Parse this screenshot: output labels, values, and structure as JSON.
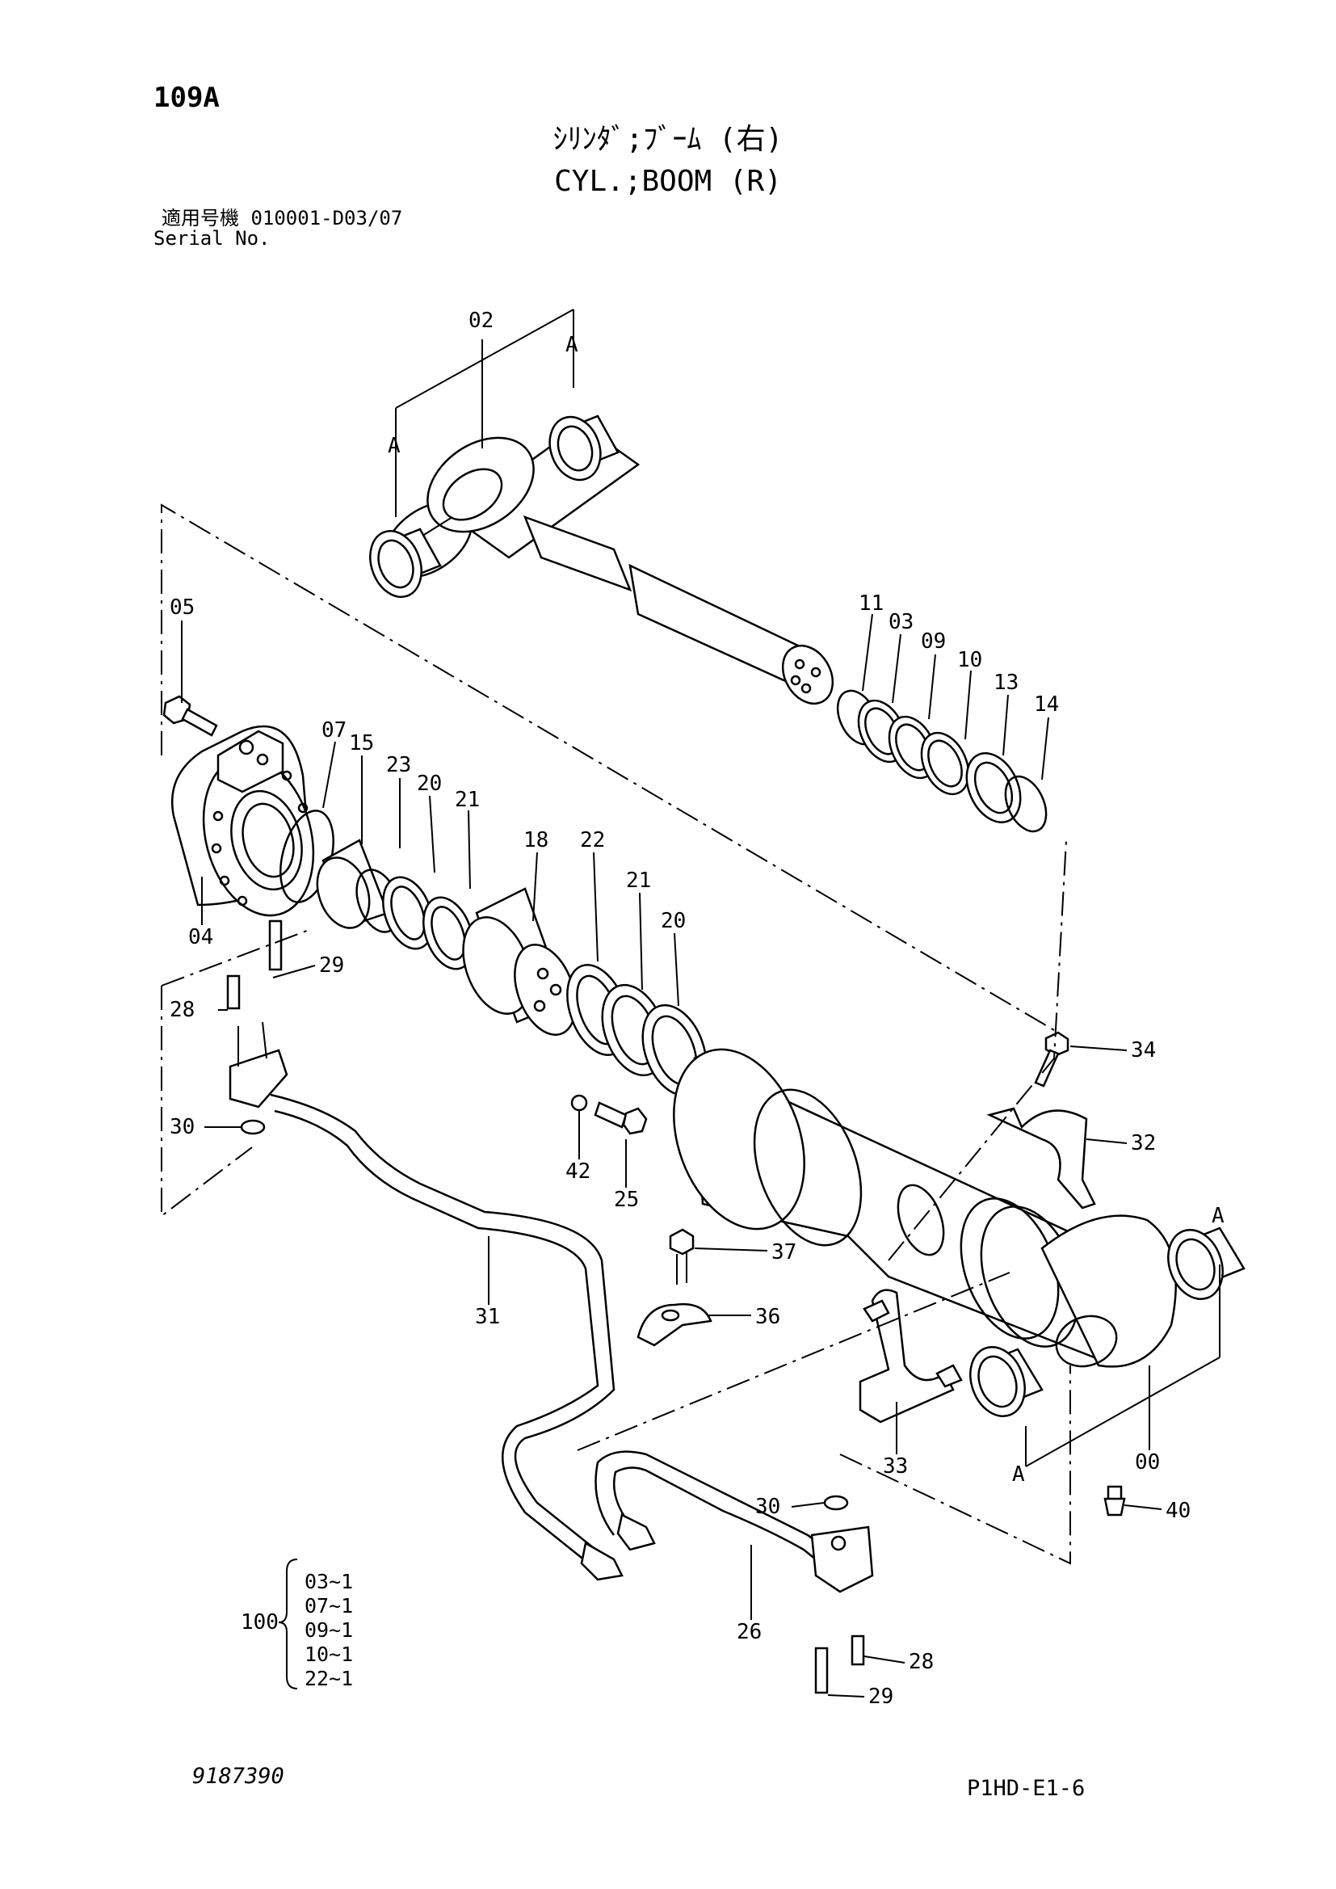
{
  "page_number": "109A",
  "title_jp": "ｼﾘﾝﾀﾞ;ﾌﾞｰﾑ (右)",
  "title_en": "CYL.;BOOM (R)",
  "serial_line1": "適用号機  010001-D03/07",
  "serial_line2": "Serial No.",
  "doc_number": "9187390",
  "ref_code": "P1HD-E1-6",
  "kit": {
    "label": "100",
    "items": [
      "03~1",
      "07~1",
      "09~1",
      "10~1",
      "22~1"
    ]
  },
  "callouts": {
    "c00": "00",
    "c02": "02",
    "c03": "03",
    "c04": "04",
    "c05": "05",
    "c07": "07",
    "c09": "09",
    "c10": "10",
    "c11": "11",
    "c13": "13",
    "c14": "14",
    "c15": "15",
    "c18": "18",
    "c20a": "20",
    "c20b": "20",
    "c21a": "21",
    "c21b": "21",
    "c22": "22",
    "c23": "23",
    "c25": "25",
    "c26": "26",
    "c28a": "28",
    "c28b": "28",
    "c29a": "29",
    "c29b": "29",
    "c30a": "30",
    "c30b": "30",
    "c31": "31",
    "c32": "32",
    "c33": "33",
    "c34": "34",
    "c36": "36",
    "c37": "37",
    "c40": "40",
    "c42": "42",
    "refA1": "A",
    "refA2": "A",
    "refA3": "A",
    "refA4": "A"
  }
}
